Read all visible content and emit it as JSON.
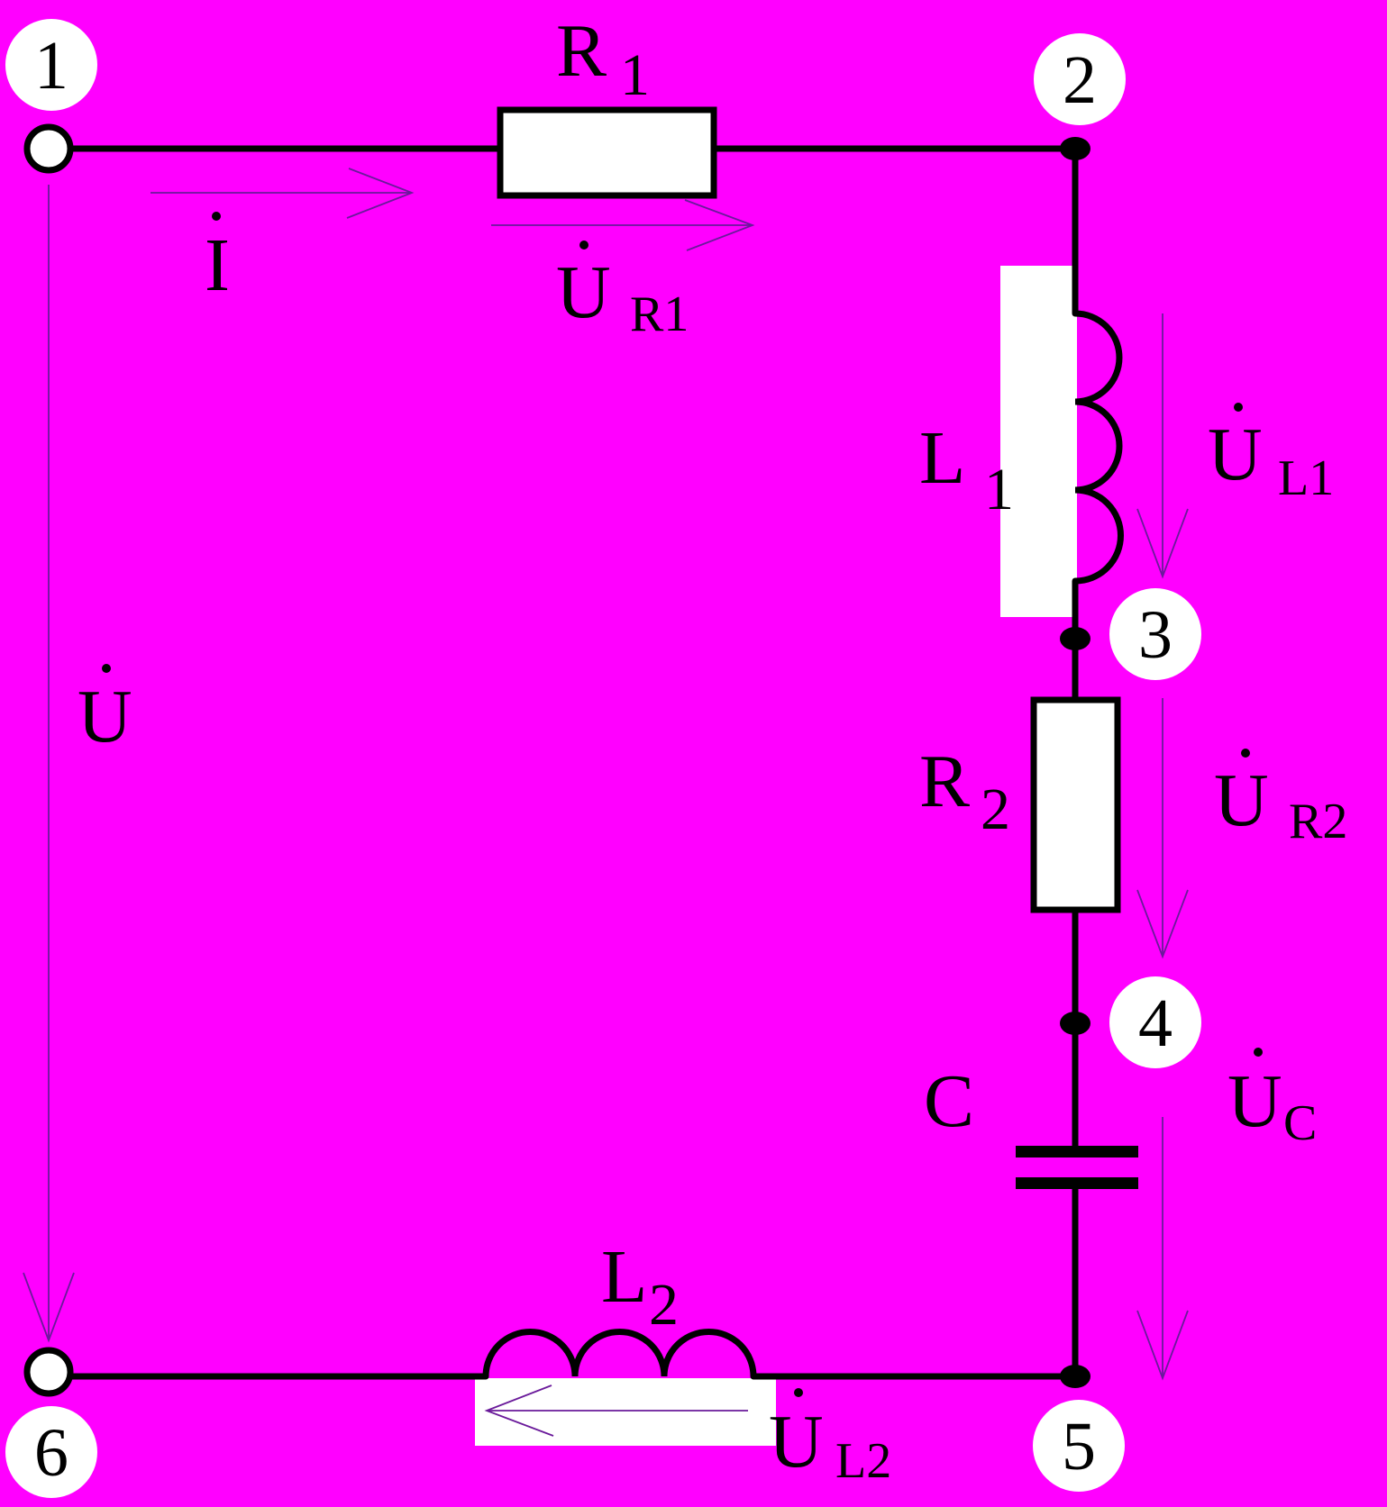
{
  "colors": {
    "background": "#ff00ff",
    "wire": "#000000",
    "arrow": "#6a1a9a",
    "node_fill": "#ffffff",
    "patch": "#ffffff"
  },
  "nodes": [
    "1",
    "2",
    "3",
    "4",
    "5",
    "6"
  ],
  "components": {
    "r1": "R",
    "r1_sub": "1",
    "r2": "R",
    "r2_sub": "2",
    "l1": "L",
    "l1_sub": "1",
    "l2": "L",
    "l2_sub": "2",
    "c": "C"
  },
  "quantities": {
    "current": "I",
    "u": "U",
    "u_r1": "U",
    "u_r1_sub": "R1",
    "u_l1": "U",
    "u_l1_sub": "L1",
    "u_r2": "U",
    "u_r2_sub": "R2",
    "u_c": "U",
    "u_c_sub": "C",
    "u_l2": "U",
    "u_l2_sub": "L2"
  }
}
